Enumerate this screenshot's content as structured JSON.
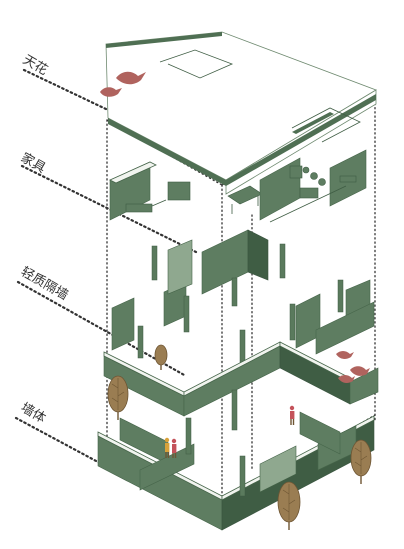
{
  "layers": [
    {
      "key": "ceiling",
      "label": "天花"
    },
    {
      "key": "furniture",
      "label": "家具"
    },
    {
      "key": "partition",
      "label": "轻质隔墙"
    },
    {
      "key": "walls",
      "label": "墙体"
    }
  ],
  "colors": {
    "wall_green": "#5e7d61",
    "wall_dark": "#3f5d44",
    "wall_top": "#f1f4ef",
    "bird": "#b0635e",
    "tree": "#9a7d52",
    "line": "#333333"
  },
  "icons": [
    "bird-icon",
    "tree-icon",
    "person-icon"
  ]
}
